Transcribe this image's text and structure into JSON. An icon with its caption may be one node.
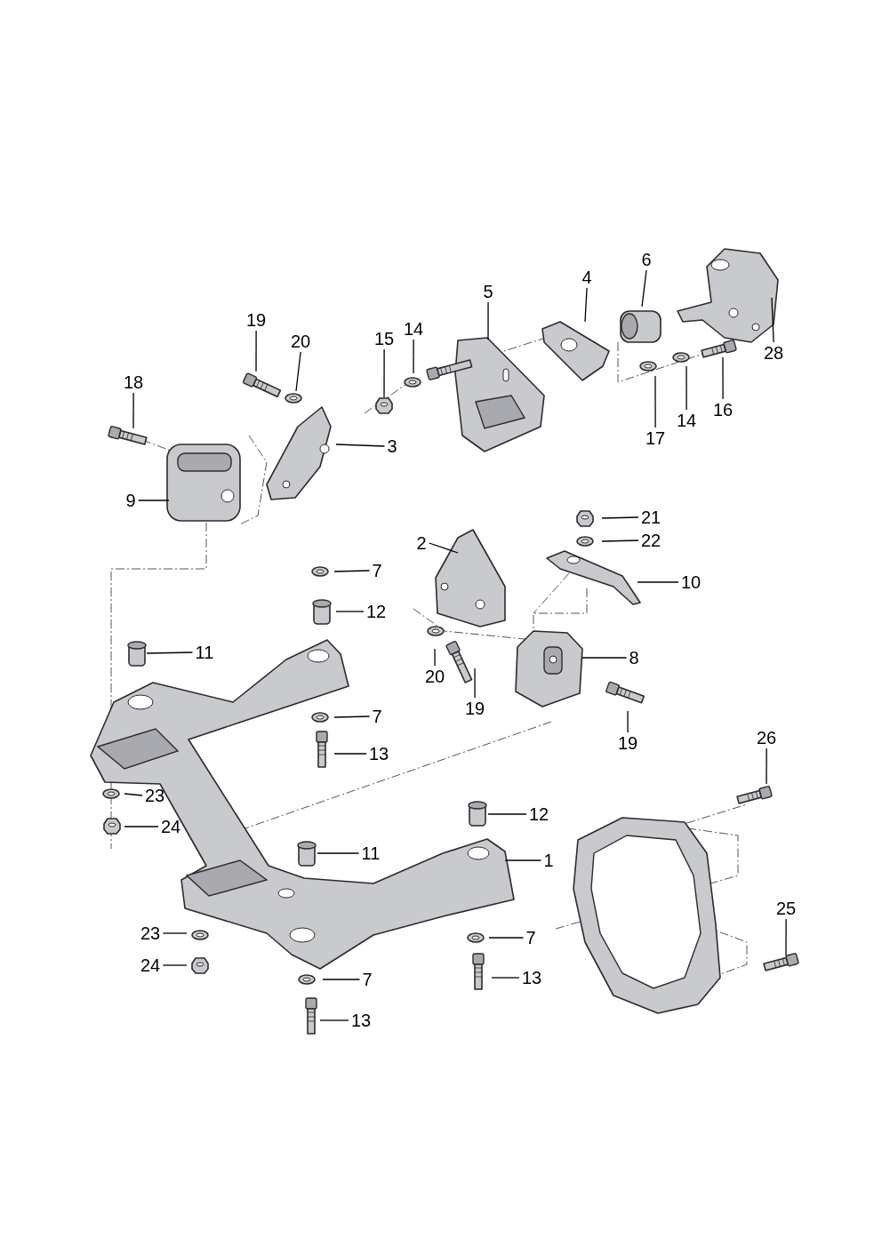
{
  "diagram": {
    "nodes": [
      {
        "text": [
          "6"
        ]
      },
      {
        "text": [
          "4"
        ]
      },
      {
        "text": [
          "5"
        ]
      },
      {
        "text": [
          "19"
        ]
      },
      {
        "text": [
          "14"
        ]
      },
      {
        "text": [
          "20"
        ]
      },
      {
        "text": [
          "15"
        ]
      },
      {
        "text": [
          "28"
        ]
      },
      {
        "text": [
          "18"
        ]
      },
      {
        "text": [
          "16"
        ]
      },
      {
        "text": [
          "14"
        ]
      },
      {
        "text": [
          "17"
        ]
      },
      {
        "text": [
          "3"
        ]
      },
      {
        "text": [
          "9"
        ]
      },
      {
        "text": [
          "21"
        ]
      },
      {
        "text": [
          "2"
        ]
      },
      {
        "text": [
          "22"
        ]
      },
      {
        "text": [
          "7"
        ]
      },
      {
        "text": [
          "10"
        ]
      },
      {
        "text": [
          "12"
        ]
      },
      {
        "text": [
          "11"
        ]
      },
      {
        "text": [
          "8"
        ]
      },
      {
        "text": [
          "20"
        ]
      },
      {
        "text": [
          "19"
        ]
      },
      {
        "text": [
          "7"
        ]
      },
      {
        "text": [
          "19"
        ]
      },
      {
        "text": [
          "26"
        ]
      },
      {
        "text": [
          "13"
        ]
      },
      {
        "text": [
          "23"
        ]
      },
      {
        "text": [
          "12"
        ]
      },
      {
        "text": [
          "24"
        ]
      },
      {
        "text": [
          "11"
        ]
      },
      {
        "text": [
          "1"
        ]
      },
      {
        "text": [
          "25"
        ]
      },
      {
        "text": [
          "23"
        ]
      },
      {
        "text": [
          "7"
        ]
      },
      {
        "text": [
          "24"
        ]
      },
      {
        "text": [
          "13"
        ]
      },
      {
        "text": [
          "7"
        ]
      },
      {
        "text": [
          "13"
        ]
      },
      {
        "text": [],
        "shape": "picture"
      }
    ],
    "edges": [
      {
        "from": 0,
        "to": null,
        "arrow": "none"
      },
      {
        "from": 1,
        "to": null,
        "arrow": "none"
      },
      {
        "from": 2,
        "to": null,
        "arrow": "none"
      },
      {
        "from": 3,
        "to": null,
        "arrow": "none"
      },
      {
        "from": 4,
        "to": null,
        "arrow": "none"
      },
      {
        "from": 5,
        "to": null,
        "arrow": "none"
      },
      {
        "from": 6,
        "to": 40,
        "arrow": "none"
      },
      {
        "from": 7,
        "to": null,
        "arrow": "none"
      },
      {
        "from": 8,
        "to": null,
        "arrow": "none"
      },
      {
        "from": 9,
        "to": null,
        "arrow": "none"
      },
      {
        "from": 10,
        "to": null,
        "arrow": "none"
      },
      {
        "from": 11,
        "to": null,
        "arrow": "none"
      },
      {
        "from": 12,
        "to": null,
        "arrow": "none"
      },
      {
        "from": 13,
        "to": null,
        "arrow": "none"
      },
      {
        "from": 14,
        "to": null,
        "arrow": "none"
      },
      {
        "from": 15,
        "to": null,
        "arrow": "none"
      },
      {
        "from": 16,
        "to": null,
        "arrow": "none"
      },
      {
        "from": 17,
        "to": null,
        "arrow": "none"
      },
      {
        "from": 18,
        "to": null,
        "arrow": "none"
      },
      {
        "from": 19,
        "to": null,
        "arrow": "none"
      },
      {
        "from": 20,
        "to": null,
        "arrow": "none"
      },
      {
        "from": 21,
        "to": null,
        "arrow": "none"
      },
      {
        "from": 22,
        "to": null,
        "arrow": "none"
      },
      {
        "from": 23,
        "to": null,
        "arrow": "none"
      },
      {
        "from": 24,
        "to": null,
        "arrow": "none"
      },
      {
        "from": 25,
        "to": null,
        "arrow": "none"
      },
      {
        "from": 26,
        "to": null,
        "arrow": "none"
      },
      {
        "from": 27,
        "to": null,
        "arrow": "none"
      },
      {
        "from": 28,
        "to": null,
        "arrow": "none"
      },
      {
        "from": 29,
        "to": null,
        "arrow": "none"
      },
      {
        "from": 30,
        "to": null,
        "arrow": "none"
      },
      {
        "from": 31,
        "to": null,
        "arrow": "none"
      },
      {
        "from": 32,
        "to": null,
        "arrow": "none"
      },
      {
        "from": 33,
        "to": null,
        "arrow": "none"
      },
      {
        "from": 34,
        "to": null,
        "arrow": "none"
      },
      {
        "from": 35,
        "to": null,
        "arrow": "none"
      },
      {
        "from": 36,
        "to": null,
        "arrow": "none"
      },
      {
        "from": 37,
        "to": null,
        "arrow": "none"
      },
      {
        "from": 38,
        "to": null,
        "arrow": "none"
      },
      {
        "from": 39,
        "to": null,
        "arrow": "none"
      }
    ]
  }
}
